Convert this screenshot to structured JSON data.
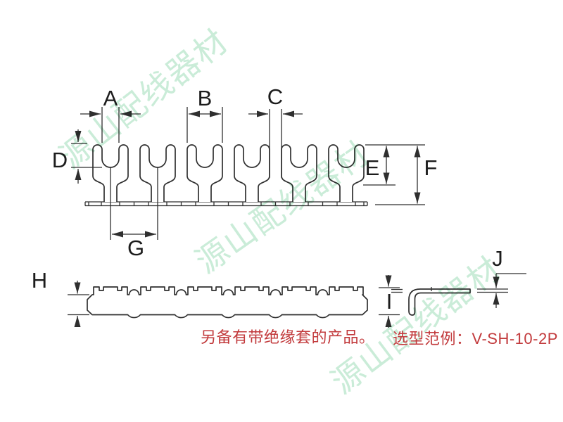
{
  "labels": {
    "A": "A",
    "B": "B",
    "C": "C",
    "D": "D",
    "E": "E",
    "F": "F",
    "G": "G",
    "H": "H",
    "I": "I",
    "J": "J"
  },
  "notes": {
    "insulated": "另备有带绝缘套的产品。",
    "selection_example": "选型范例：V-SH-10-2P"
  },
  "watermark": {
    "text": "源山配线器材"
  },
  "colors": {
    "line": "#2f2f2f",
    "label_text": "#1c1c1c",
    "note_red": "#c23a3c",
    "watermark_green": "#c6ebd5"
  }
}
